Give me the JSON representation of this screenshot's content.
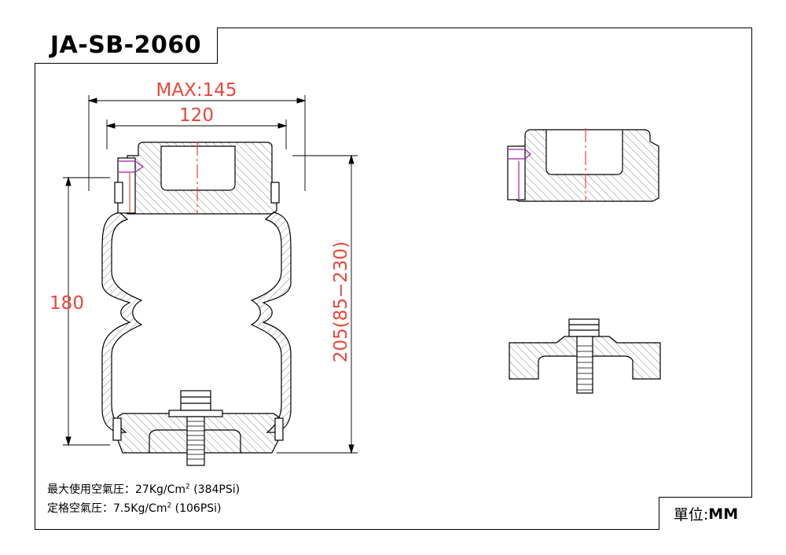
{
  "title": "JA-SB-2060",
  "unit": {
    "label": "單位:",
    "value": "MM"
  },
  "specs": {
    "max_pressure": {
      "label": "最大使用空氣圧：27Kg/Cm",
      "sup": "2",
      "tail": " (384PSi)"
    },
    "rated_pressure": {
      "label": "定格空氣圧：7.5Kg/Cm",
      "sup": "2",
      "tail": " (106PSi)"
    }
  },
  "dimensions": {
    "max_width": "MAX:145",
    "plate_width": "120",
    "min_height": "180",
    "height_range": "205(85−230)"
  },
  "colors": {
    "dimension": "#e8473b",
    "line": "#000000",
    "accent": "#a020a0"
  }
}
